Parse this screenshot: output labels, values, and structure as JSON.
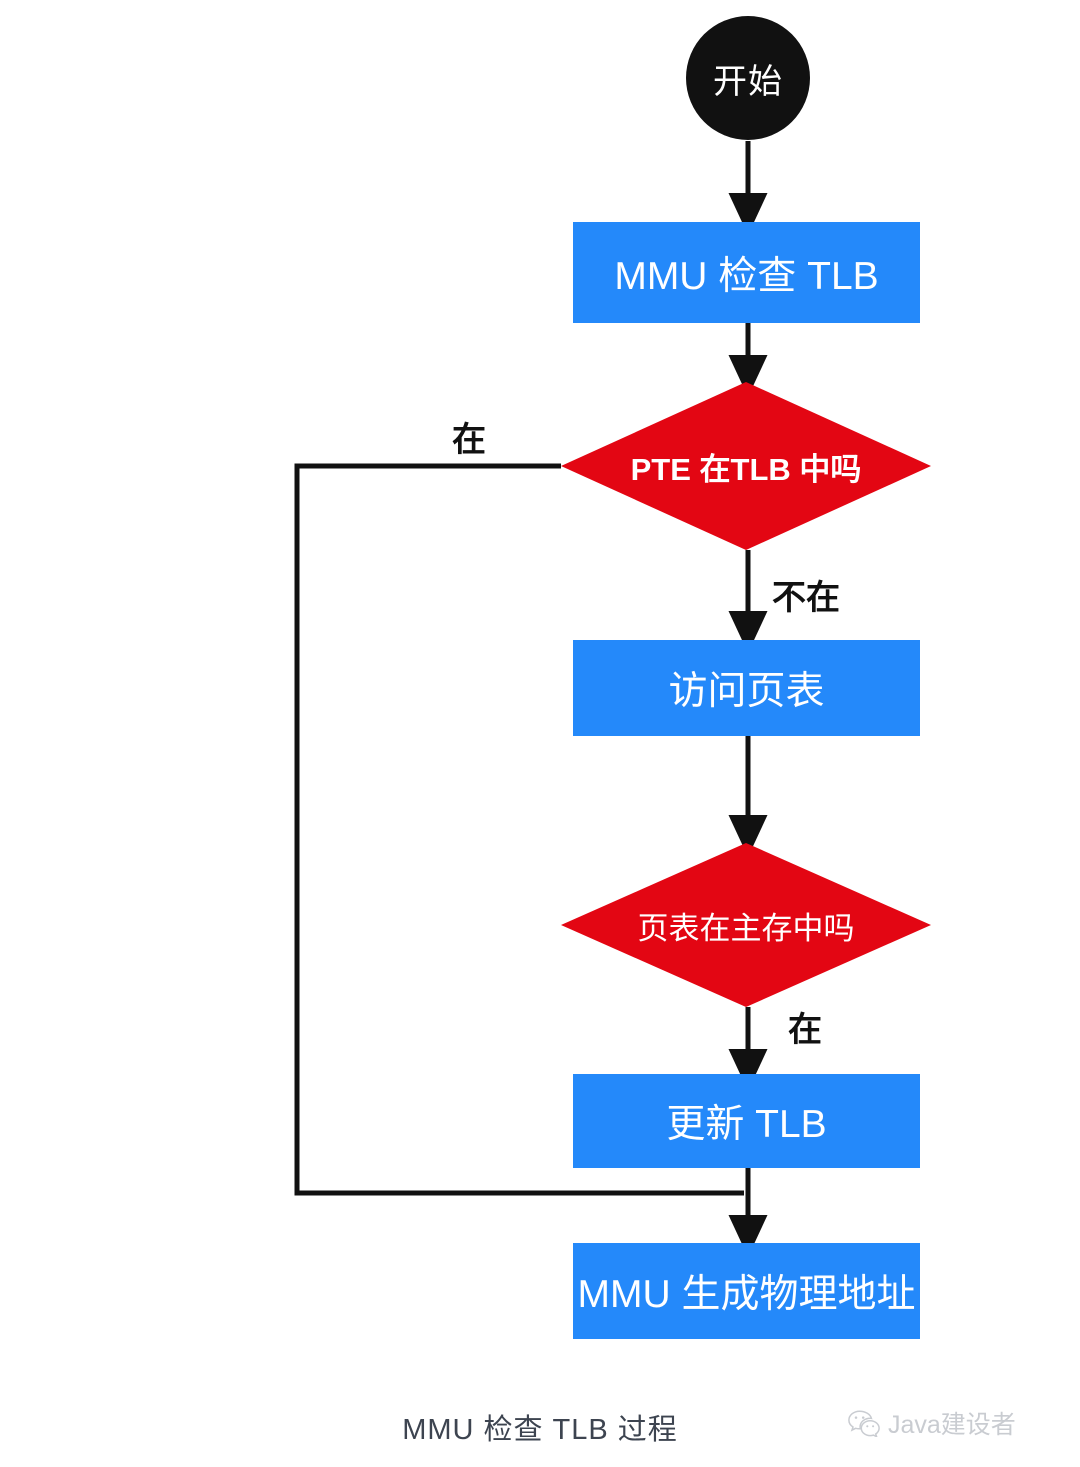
{
  "diagram": {
    "caption": "MMU 检查 TLB 过程",
    "colors": {
      "process_fill": "#2489fa",
      "decision_fill": "#e30613",
      "start_fill": "#111111",
      "line": "#111111",
      "node_text": "#ffffff",
      "caption_text": "#3d4450",
      "watermark_text": "#c9ccd1",
      "background": "#ffffff"
    },
    "nodes": [
      {
        "id": "start",
        "type": "terminator",
        "label": "开始"
      },
      {
        "id": "check_tlb",
        "type": "process",
        "label": "MMU 检查 TLB"
      },
      {
        "id": "pte_in_tlb",
        "type": "decision",
        "label": "PTE 在TLB 中吗"
      },
      {
        "id": "visit_pt",
        "type": "process",
        "label": "访问页表"
      },
      {
        "id": "pt_in_mem",
        "type": "decision",
        "label": "页表在主存中吗"
      },
      {
        "id": "update_tlb",
        "type": "process",
        "label": "更新 TLB"
      },
      {
        "id": "gen_addr",
        "type": "process",
        "label": "MMU 生成物理地址"
      }
    ],
    "edges": [
      {
        "id": "e1",
        "from": "start",
        "to": "check_tlb",
        "label": ""
      },
      {
        "id": "e2",
        "from": "check_tlb",
        "to": "pte_in_tlb",
        "label": ""
      },
      {
        "id": "e3",
        "from": "pte_in_tlb",
        "to": "gen_addr",
        "label": "在"
      },
      {
        "id": "e4",
        "from": "pte_in_tlb",
        "to": "visit_pt",
        "label": "不在"
      },
      {
        "id": "e5",
        "from": "visit_pt",
        "to": "pt_in_mem",
        "label": ""
      },
      {
        "id": "e6",
        "from": "pt_in_mem",
        "to": "update_tlb",
        "label": "在"
      },
      {
        "id": "e7",
        "from": "update_tlb",
        "to": "gen_addr",
        "label": ""
      }
    ]
  },
  "watermark": {
    "icon": "wechat-icon",
    "text": "Java建设者"
  }
}
